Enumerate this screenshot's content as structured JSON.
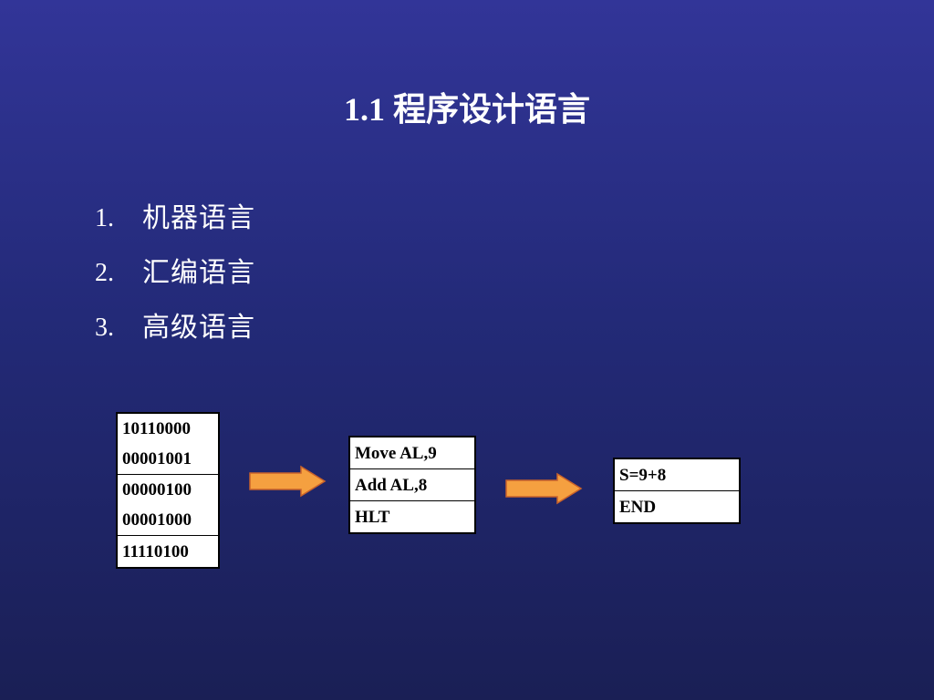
{
  "slide": {
    "title": "1.1 程序设计语言",
    "list": [
      {
        "number": "1.",
        "text": "机器语言"
      },
      {
        "number": "2.",
        "text": "汇编语言"
      },
      {
        "number": "3.",
        "text": "高级语言"
      }
    ]
  },
  "machine_code": {
    "rows": [
      [
        "10110000",
        "00001001"
      ],
      [
        "00000100",
        "00001000"
      ],
      [
        "11110100"
      ]
    ]
  },
  "assembly": {
    "rows": [
      "Move AL,9",
      "Add AL,8",
      "HLT"
    ]
  },
  "high_level": {
    "rows": [
      "S=9+8",
      "END"
    ]
  },
  "colors": {
    "background_top": "#323598",
    "background_bottom": "#1a1f55",
    "arrow_fill": "#f5a040",
    "arrow_stroke": "#c9622a"
  },
  "icons": {
    "arrow": "arrow-right-icon"
  }
}
